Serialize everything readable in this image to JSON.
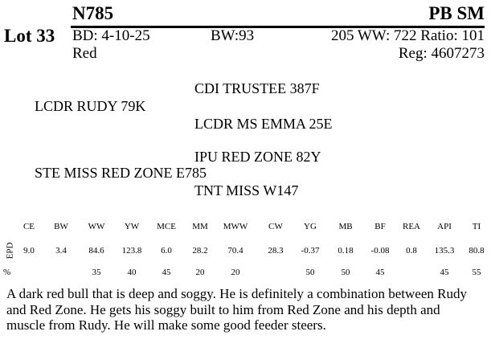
{
  "header": {
    "lot": "Lot 33",
    "tag": "N785",
    "prefix": "PB SM",
    "bd": "BD: 4-10-25",
    "bw": "BW:93",
    "ww": "205 WW: 722 Ratio: 101",
    "color": "Red",
    "reg": "Reg: 4607273"
  },
  "pedigree": {
    "sire_sire": "CDI TRUSTEE 387F",
    "sire": "LCDR RUDY 79K",
    "sire_dam": "LCDR MS EMMA 25E",
    "dam_sire": "IPU RED ZONE 82Y",
    "dam": "STE MISS RED ZONE E785",
    "dam_dam": "TNT MISS W147"
  },
  "epd": {
    "row_label": "EPD",
    "pct_label": "%",
    "traits": [
      "CE",
      "BW",
      "WW",
      "YW",
      "MCE",
      "MM",
      "MWW",
      "CW",
      "YG",
      "MB",
      "BF",
      "REA",
      "API",
      "TI"
    ],
    "values": [
      "9.0",
      "3.4",
      "84.6",
      "123.8",
      "6.0",
      "28.2",
      "70.4",
      "28.3",
      "-0.37",
      "0.18",
      "-0.08",
      "0.8",
      "135.3",
      "80.8"
    ],
    "percents": [
      "",
      "",
      "35",
      "40",
      "45",
      "20",
      "20",
      "",
      "50",
      "50",
      "45",
      "",
      "45",
      "55"
    ]
  },
  "description": "A dark red bull that is deep and soggy.  He is definitely a combination between Rudy and Red Zone.  He gets his soggy built to him from Red Zone and his depth and muscle from Rudy.  He will make some good feeder steers."
}
